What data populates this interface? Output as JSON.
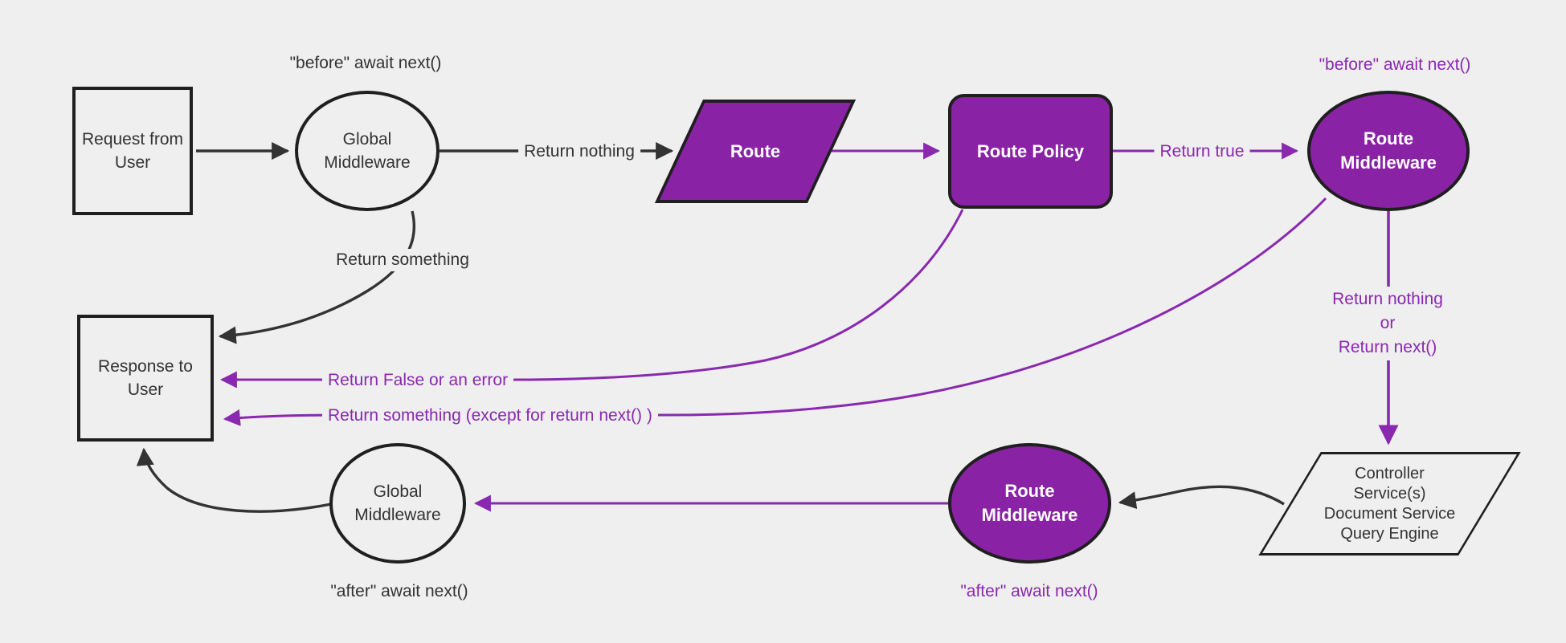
{
  "colors": {
    "background": "#efefef",
    "purple_fill": "#8a22a6",
    "purple_line": "#8a28b0",
    "dark_line": "#333333",
    "node_border": "#1f1f1f",
    "white_text": "#ffffff"
  },
  "nodes": {
    "request_from_user": {
      "shape": "rectangle",
      "lines": [
        "Request from",
        "User"
      ]
    },
    "global_middleware_top": {
      "shape": "ellipse",
      "lines": [
        "Global",
        "Middleware"
      ]
    },
    "route": {
      "shape": "parallelogram",
      "label": "Route"
    },
    "route_policy": {
      "shape": "rounded-rectangle",
      "label": "Route Policy"
    },
    "route_middleware_top": {
      "shape": "ellipse",
      "lines": [
        "Route",
        "Middleware"
      ]
    },
    "services": {
      "shape": "parallelogram",
      "lines": [
        "Controller",
        "Service(s)",
        "Document Service",
        "Query Engine"
      ]
    },
    "route_middleware_bottom": {
      "shape": "ellipse",
      "lines": [
        "Route",
        "Middleware"
      ]
    },
    "global_middleware_bottom": {
      "shape": "ellipse",
      "lines": [
        "Global",
        "Middleware"
      ]
    },
    "response_to_user": {
      "shape": "rectangle",
      "lines": [
        "Response to",
        "User"
      ]
    }
  },
  "edge_labels": {
    "before_global": "\"before\" await next()",
    "return_nothing": "Return nothing",
    "return_true": "Return true",
    "before_route_middleware": "\"before\" await next()",
    "return_nothing_or_next": {
      "lines": [
        "Return nothing",
        "or",
        "Return next()"
      ]
    },
    "return_false_or_error": "Return False or an error",
    "return_something_except": "Return something (except for return next() )",
    "return_something": "Return something",
    "after_route_middleware": "\"after\" await next()",
    "after_global": "\"after\" await next()"
  }
}
